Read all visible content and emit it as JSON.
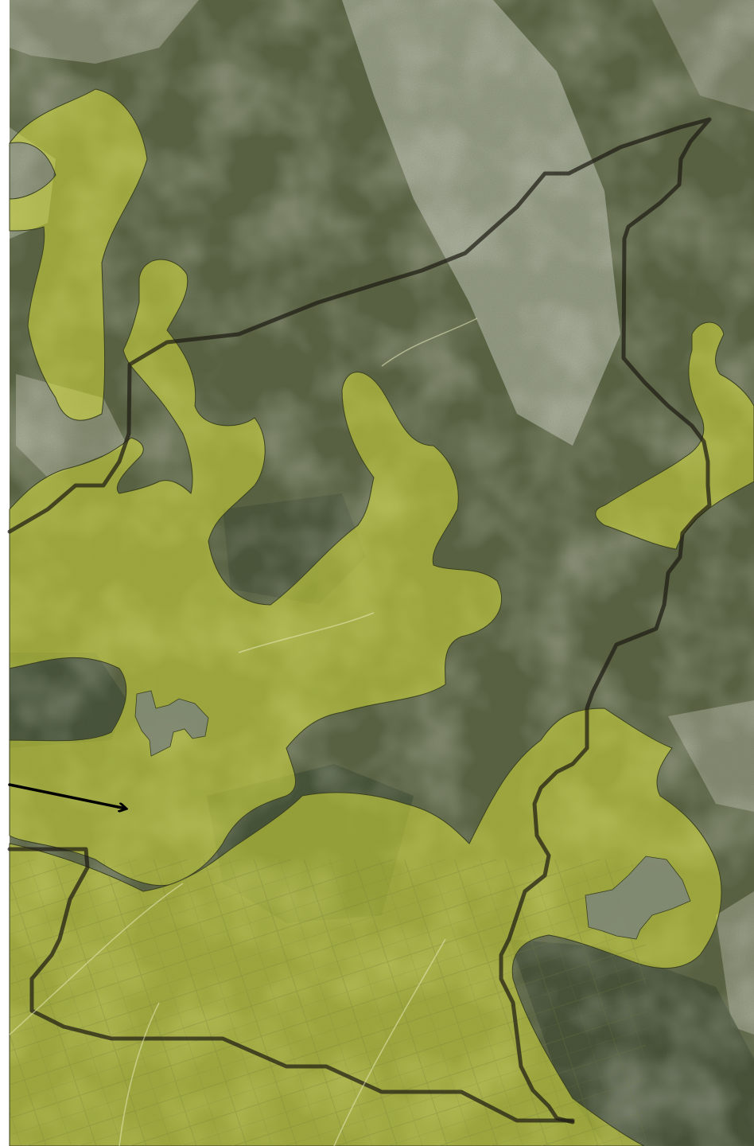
{
  "map": {
    "kind": "aerial-orthophoto",
    "terrain_colors": {
      "forest_dark": "#3d4a30",
      "forest_mid": "#56603f",
      "rock_light": "#b9bcae",
      "meadow": "#8a9250"
    },
    "overlay": {
      "fill_color": "#d6df3a",
      "fill_opacity": 0.55,
      "edge_color": "#3a4020"
    },
    "boundary": {
      "stroke_color": "#1e1c14",
      "stroke_opacity": 0.72
    },
    "settlement_color": "#7b8579",
    "pointer_arrow": {
      "color": "#000000"
    }
  }
}
